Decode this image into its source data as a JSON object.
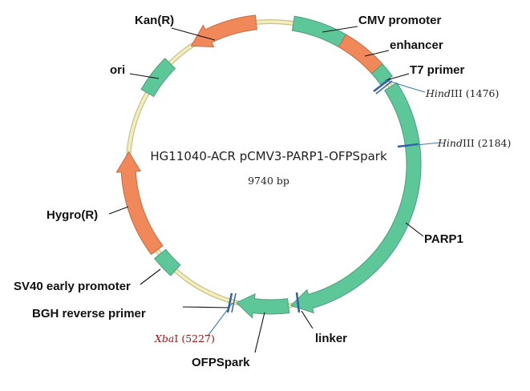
{
  "plasmid": {
    "name": "HG11040-ACR pCMV3-PARP1-OFPSpark",
    "size": "9740 bp"
  },
  "colors": {
    "backbone": "#f3eebc",
    "backbone_edge": "#c9c08a",
    "promoter_green": "#5dc79a",
    "resistance_orange": "#f0885a",
    "cut_site_blue": "#2f5fa8",
    "feature_edge": "#4e9f7c"
  },
  "features": [
    {
      "name": "CMV promoter",
      "type": "promoter"
    },
    {
      "name": "enhancer",
      "type": "enhancer"
    },
    {
      "name": "T7 primer",
      "type": "primer"
    },
    {
      "name": "PARP1",
      "type": "gene"
    },
    {
      "name": "linker",
      "type": "linker"
    },
    {
      "name": "OFPSpark",
      "type": "gene"
    },
    {
      "name": "BGH reverse primer",
      "type": "primer"
    },
    {
      "name": "SV40 early promoter",
      "type": "promoter"
    },
    {
      "name": "Hygro(R)",
      "type": "resistance"
    },
    {
      "name": "ori",
      "type": "origin"
    },
    {
      "name": "Kan(R)",
      "type": "resistance"
    }
  ],
  "sites": [
    {
      "enzyme": "Hind",
      "suffix": "III",
      "position": "(1476)"
    },
    {
      "enzyme": "Hind",
      "suffix": "III",
      "position": "(2184)"
    },
    {
      "enzyme": "Xba",
      "suffix": "I",
      "position": "(5227)"
    }
  ]
}
